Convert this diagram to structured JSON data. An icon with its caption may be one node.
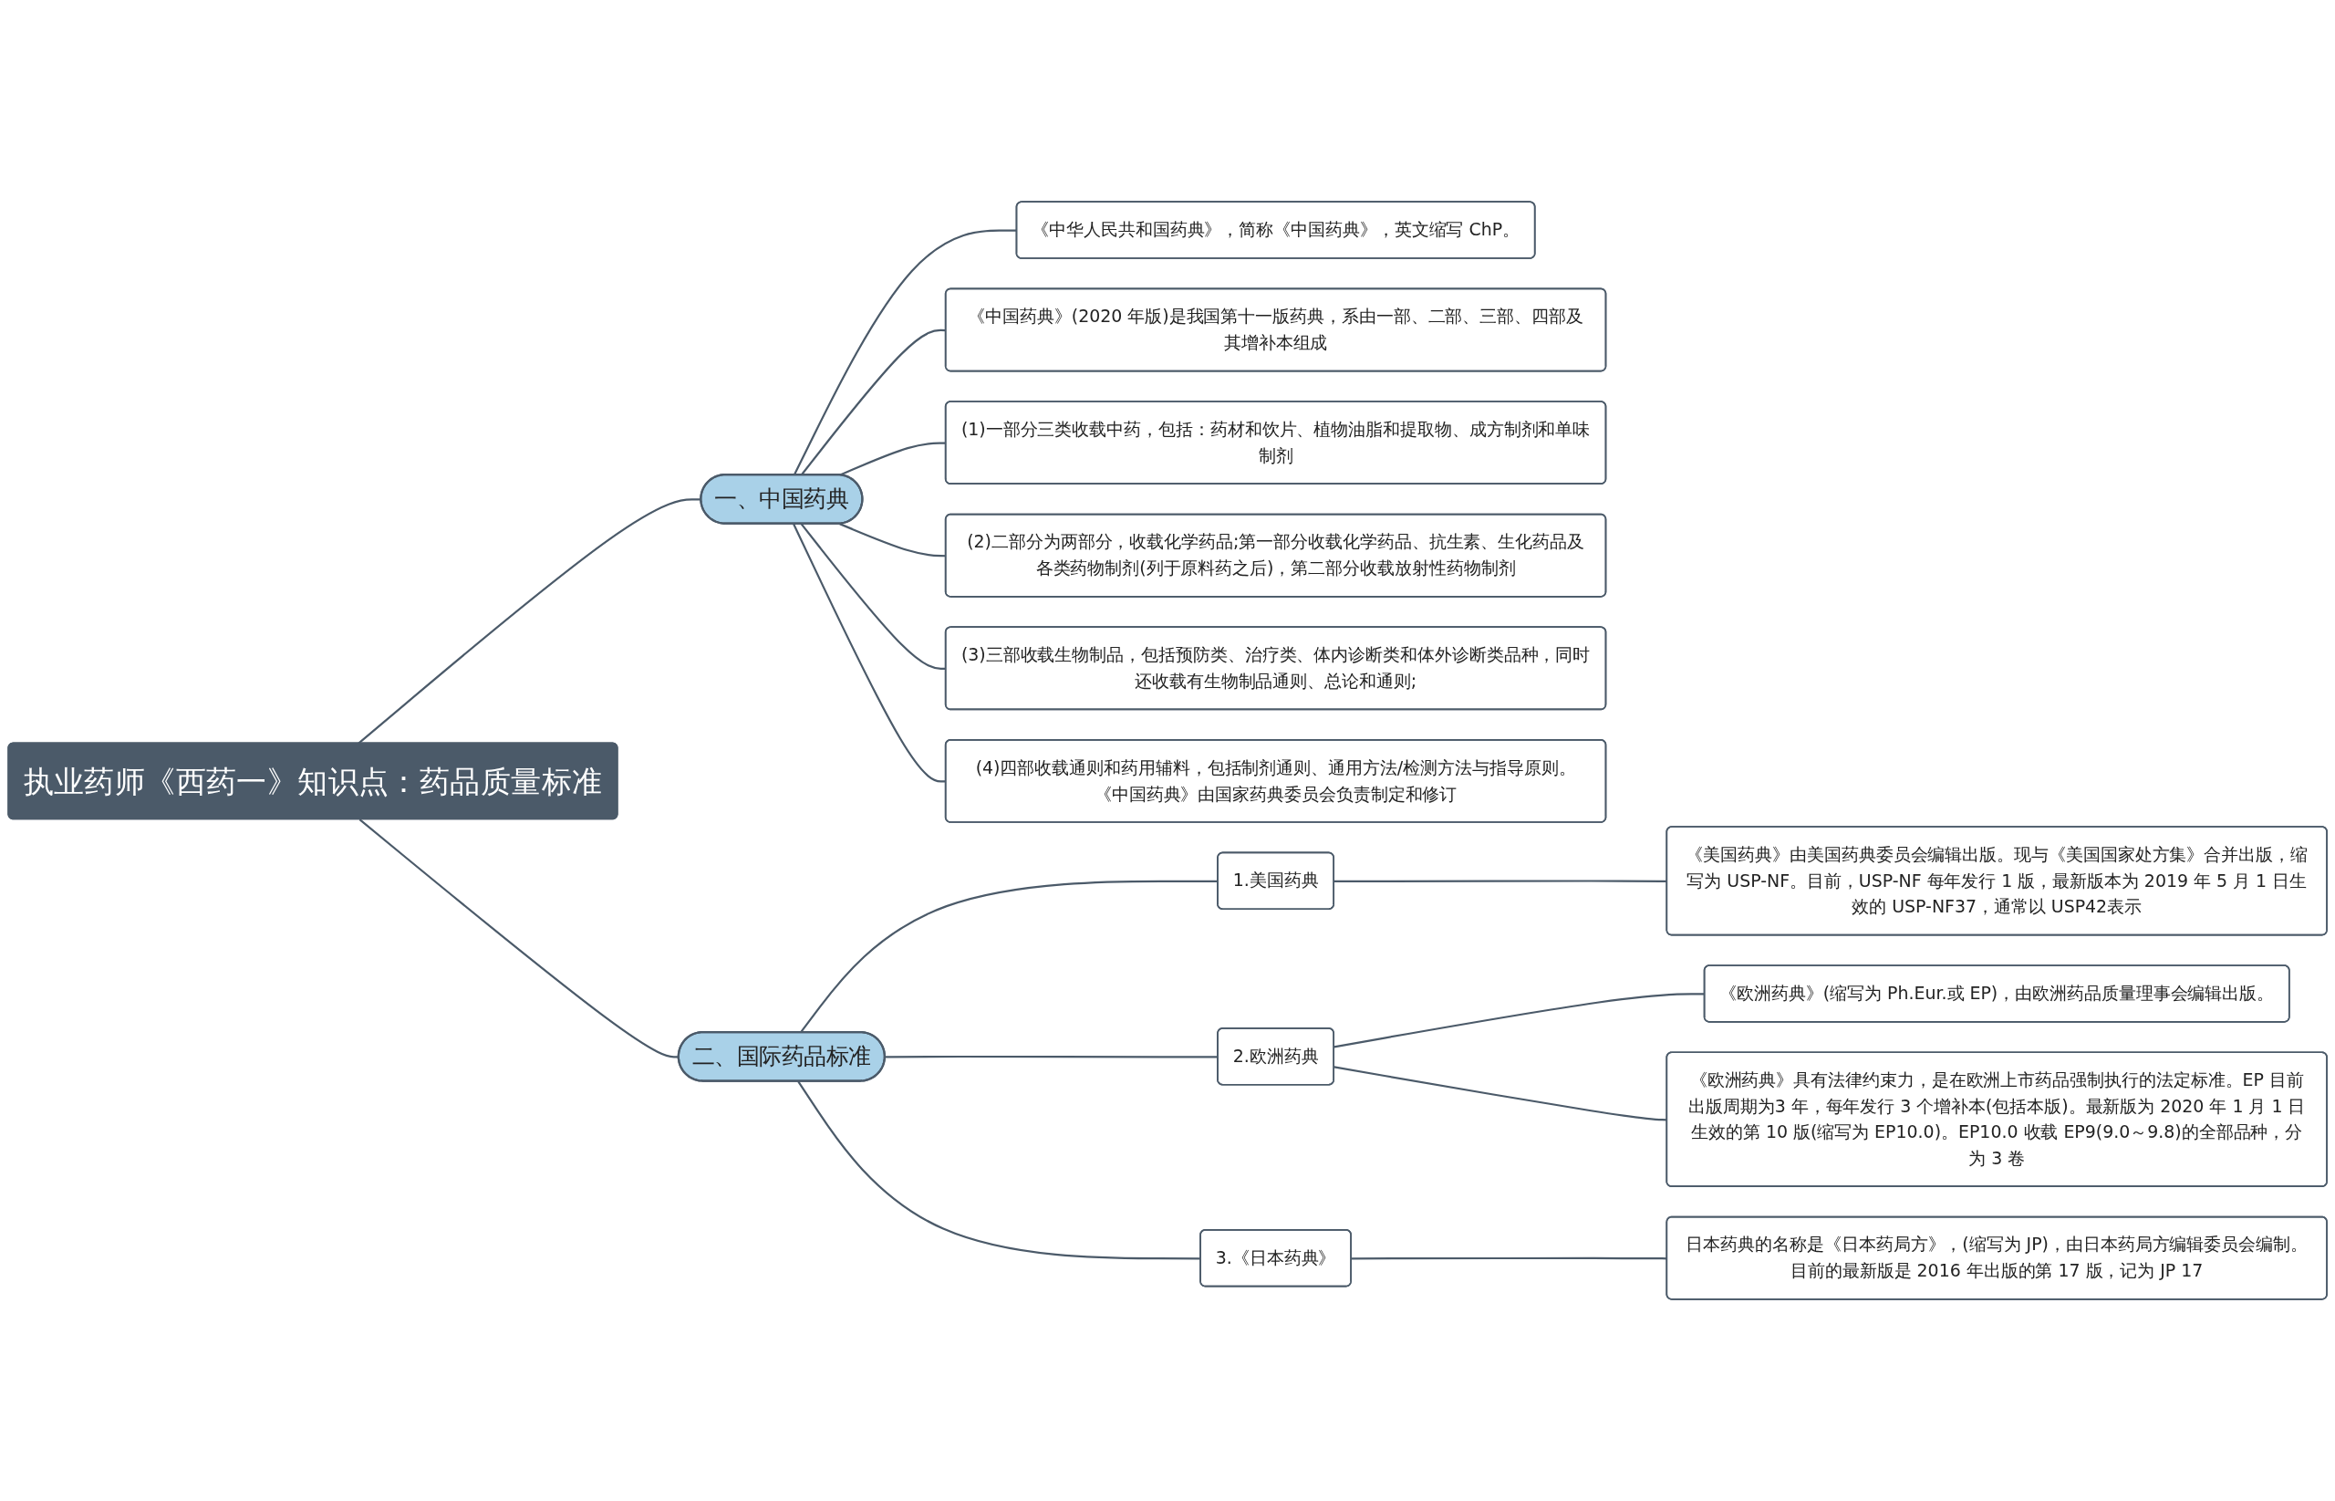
{
  "diagram": {
    "nodes": [
      {
        "text": [
          "执业药师《西药一》知识点：药品质量标准"
        ]
      },
      {
        "text": [
          "一、中国药典"
        ]
      },
      {
        "text": [
          "《中华人民共和国药典》，简称《中国药典》，英文缩写 ChP。"
        ]
      },
      {
        "text": [
          "《中国药典》(2020 年版)是我国第十一版药典，系由一部、二部、三部、四部及其增补本组成"
        ]
      },
      {
        "text": [
          "(1)一部分三类收载中药，包括：药材和饮片、植物油脂和提取物、成方制剂和单味制剂"
        ]
      },
      {
        "text": [
          "(2)二部分为两部分，收载化学药品;第一部分收载化学药品、抗生素、生化药品及各类药物制剂(列于原料药之后)，第二部分收载放射性药物制剂"
        ]
      },
      {
        "text": [
          "(3)三部收载生物制品，包括预防类、治疗类、体内诊断类和体外诊断类品种，同时还收载有生物制品通则、总论和通则;"
        ]
      },
      {
        "text": [
          "(4)四部收载通则和药用辅料，包括制剂通则、通用方法/检测方法与指导原则。《中国药典》由国家药典委员会负责制定和修订"
        ]
      },
      {
        "text": [
          "二、国际药品标准"
        ]
      },
      {
        "text": [
          "1.美国药典"
        ]
      },
      {
        "text": [
          "《美国药典》由美国药典委员会编辑出版。现与《美国国家处方集》合并出版，缩写为 USP-NF。目前，USP-NF 每年发行 1 版，最新版本为 2019 年 5 月 1 日生效的 USP-NF37，通常以 USP42表示"
        ]
      },
      {
        "text": [
          "2.欧洲药典"
        ]
      },
      {
        "text": [
          "《欧洲药典》(缩写为 Ph.Eur.或 EP)，由欧洲药品质量理事会编辑出版。"
        ]
      },
      {
        "text": [
          "《欧洲药典》具有法律约束力，是在欧洲上市药品强制执行的法定标准。EP 目前出版周期为3 年，每年发行 3 个增补本(包括本版)。最新版为 2020 年 1 月 1 日生效的第 10 版(缩写为 EP10.0)。EP10.0 收载 EP9(9.0～9.8)的全部品种，分为 3 卷"
        ]
      },
      {
        "text": [
          "3.《日本药典》"
        ]
      },
      {
        "text": [
          "日本药典的名称是《日本药局方》，(缩写为 JP)，由日本药局方编辑委员会编制。目前的最新版是 2016 年出版的第 17 版，记为 JP 17"
        ]
      }
    ],
    "edges": [
      {
        "from": 0,
        "to": 1,
        "arrow": "none"
      },
      {
        "from": 1,
        "to": 2,
        "arrow": "none"
      },
      {
        "from": 1,
        "to": 3,
        "arrow": "none"
      },
      {
        "from": 1,
        "to": 4,
        "arrow": "none"
      },
      {
        "from": 1,
        "to": 5,
        "arrow": "none"
      },
      {
        "from": 1,
        "to": 6,
        "arrow": "none"
      },
      {
        "from": 1,
        "to": 7,
        "arrow": "none"
      },
      {
        "from": 0,
        "to": 8,
        "arrow": "none"
      },
      {
        "from": 8,
        "to": 9,
        "arrow": "none"
      },
      {
        "from": 9,
        "to": 10,
        "arrow": "none"
      },
      {
        "from": 8,
        "to": 11,
        "arrow": "none"
      },
      {
        "from": 11,
        "to": 12,
        "arrow": "none"
      },
      {
        "from": 11,
        "to": 13,
        "arrow": "none"
      },
      {
        "from": 8,
        "to": 14,
        "arrow": "none"
      },
      {
        "from": 14,
        "to": 15,
        "arrow": "none"
      }
    ]
  }
}
